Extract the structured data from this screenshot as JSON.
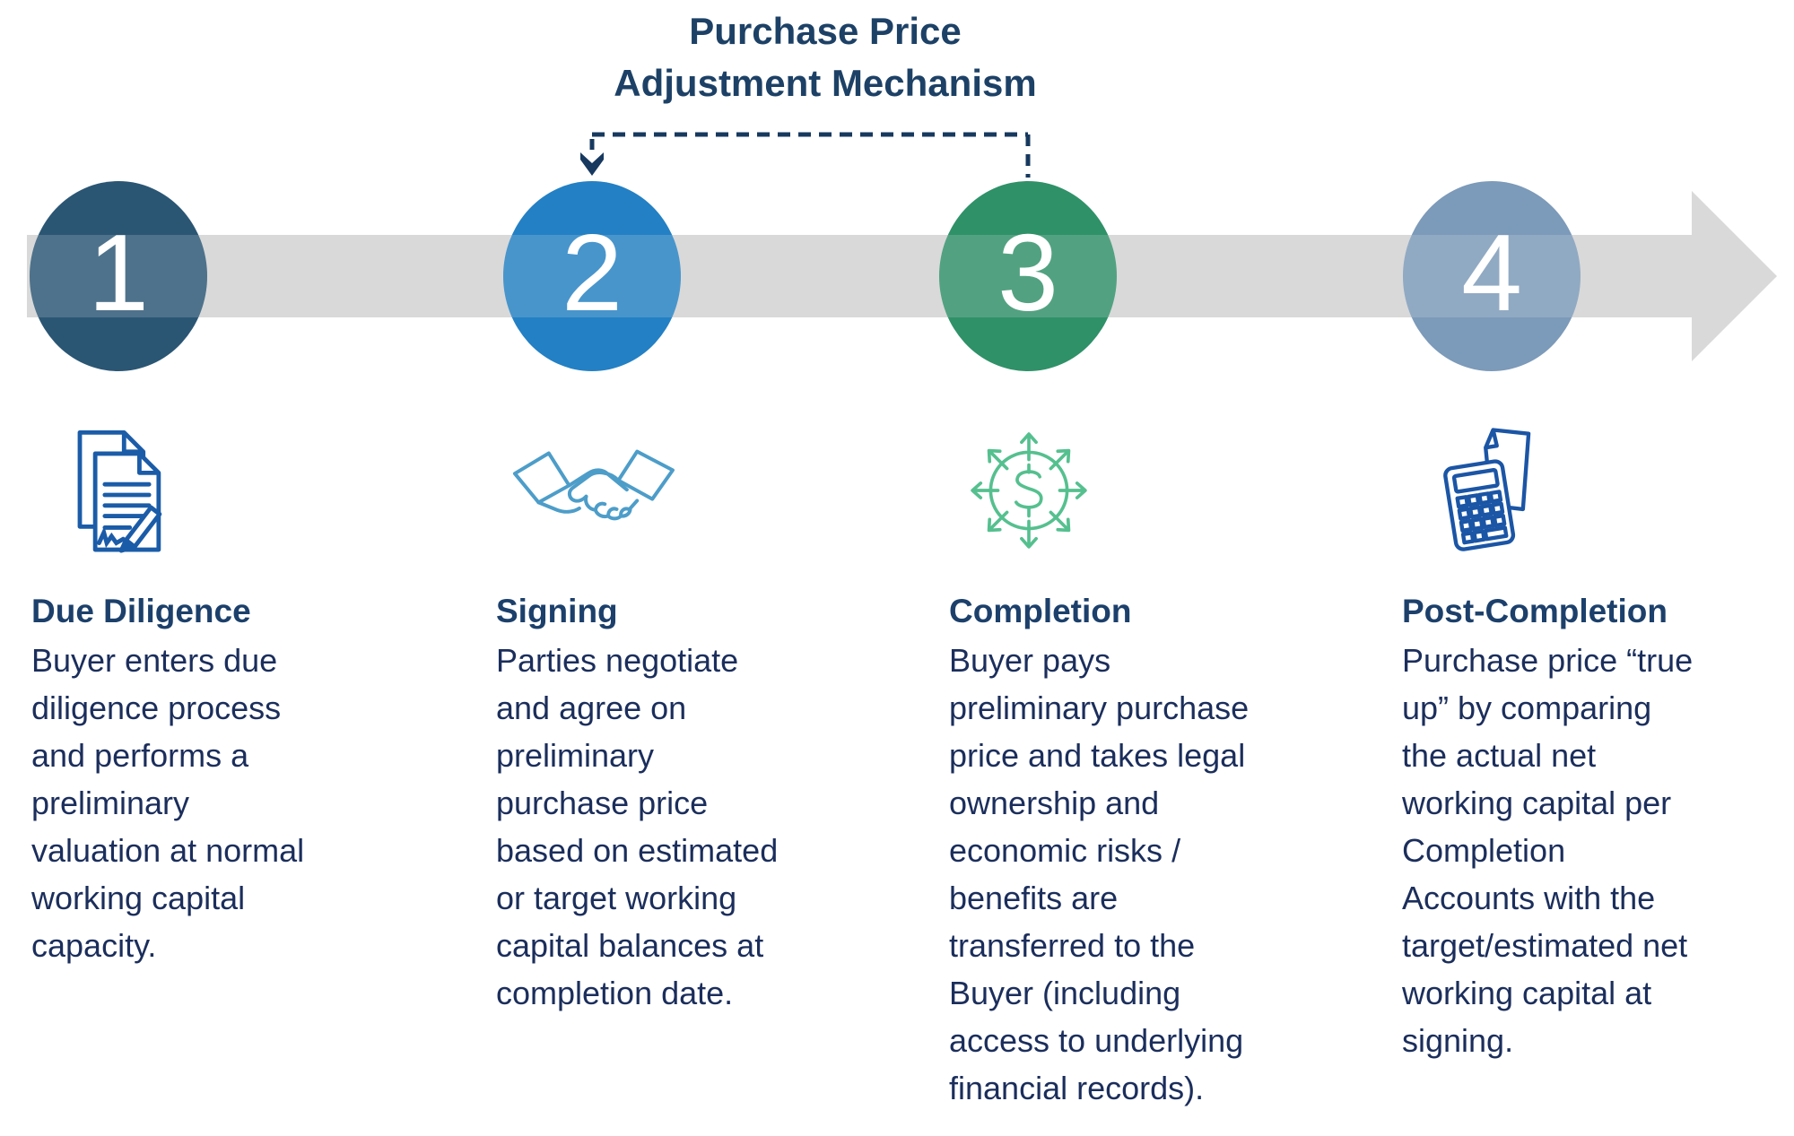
{
  "title": {
    "text": "Purchase Price\nAdjustment Mechanism"
  },
  "timeline": {
    "bar_color": "#D9D9D9",
    "bracket_color": "#17395F",
    "bracket_connects": "steps 2 and 3",
    "steps": [
      {
        "number": "1",
        "circle_color": "#2A5674",
        "icon": "signed-document-icon",
        "icon_color": "#1B5CA8",
        "heading": "Due Diligence",
        "body": "Buyer enters due\ndiligence process\nand performs a\npreliminary\nvaluation at normal\nworking capital\ncapacity."
      },
      {
        "number": "2",
        "circle_color": "#2380C4",
        "icon": "handshake-icon",
        "icon_color": "#4D9DC9",
        "heading": "Signing",
        "body": "Parties negotiate\nand agree on\npreliminary\npurchase price\nbased on estimated\nor target working\ncapital balances at\ncompletion date."
      },
      {
        "number": "3",
        "circle_color": "#2F9168",
        "icon": "money-distribution-icon",
        "icon_color": "#55C08F",
        "heading": "Completion",
        "body": "Buyer pays\npreliminary purchase\nprice and takes legal\nownership and\neconomic risks /\nbenefits are\ntransferred to the\nBuyer (including\naccess to underlying\nfinancial records)."
      },
      {
        "number": "4",
        "circle_color": "#7C9AB9",
        "icon": "calculator-document-icon",
        "icon_color": "#1B55A5",
        "heading": "Post-Completion",
        "body": "Purchase price “true\nup” by comparing\nthe actual net\nworking capital per\nCompletion\nAccounts with the\ntarget/estimated net\nworking capital at\nsigning."
      }
    ]
  },
  "colors": {
    "title_text": "#1D4166",
    "heading_text": "#1C406B",
    "body_text": "#1B2E5C",
    "background": "#FFFFFF"
  }
}
